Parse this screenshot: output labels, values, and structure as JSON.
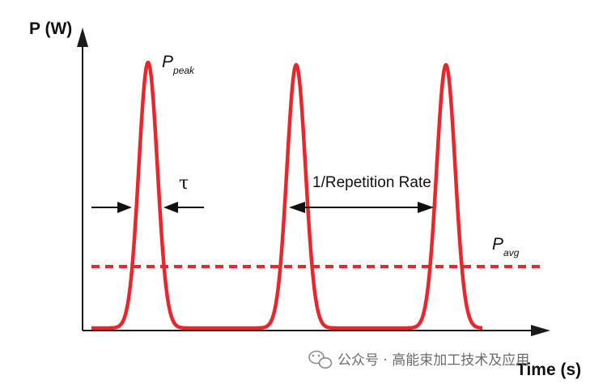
{
  "axes": {
    "y_label": "P (W)",
    "x_label": "Time (s)"
  },
  "annotations": {
    "peak_main": "P",
    "peak_sub": "peak",
    "pulse_width": "τ",
    "period": "1/Repetition Rate",
    "avg_main": "P",
    "avg_sub": "avg"
  },
  "watermark": {
    "text": "公众号 · 高能束加工技术及应用",
    "icon": "wechat-icon"
  },
  "colors": {
    "pulse": "#e8262b",
    "avg_line": "#e8262b",
    "axes": "#1a1a1a",
    "arrows": "#111111"
  },
  "pulses": {
    "count": 3,
    "shape": "gaussian",
    "avg_line_style": "dashed"
  }
}
